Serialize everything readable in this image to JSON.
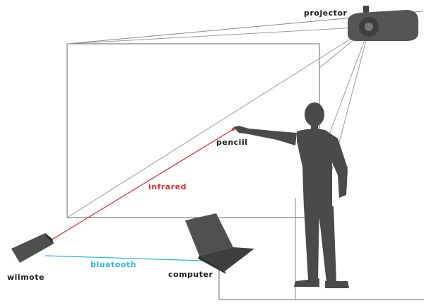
{
  "labels": {
    "projector": "projector",
    "pencil": "penciil",
    "infrared": "infrared",
    "bluetooth": "bluetooth",
    "wiimote": "wiimote",
    "computer": "computer"
  },
  "colors": {
    "device": "#555555",
    "silhouette": "#4a4a4a",
    "infrared": "#e02a2a",
    "bluetooth": "#27b6e5",
    "outline": "#666666",
    "projection": "#9a9a9a"
  }
}
